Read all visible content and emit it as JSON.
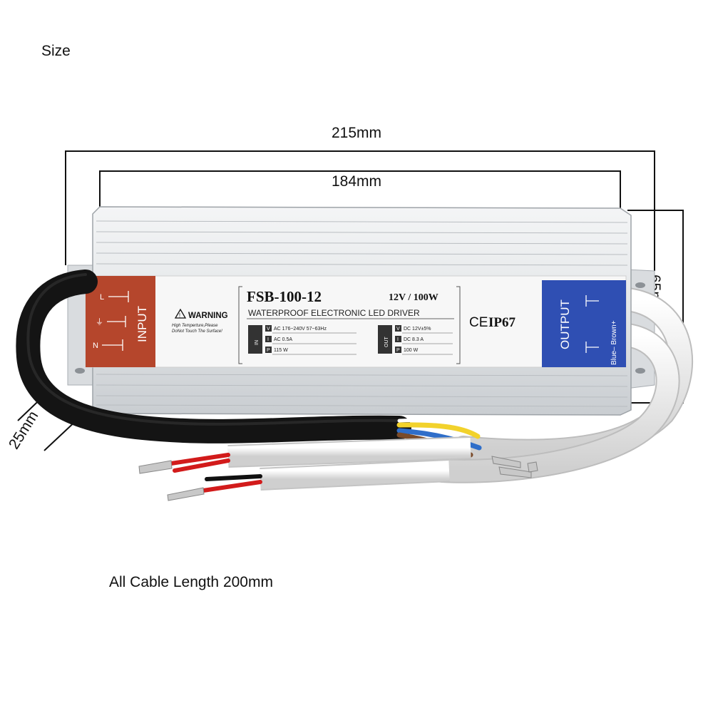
{
  "size_label": "Size",
  "dimensions": {
    "overall_length": "215mm",
    "body_length": "184mm",
    "height": "65mm",
    "cable_diameter": "25mm"
  },
  "cable_note": "All Cable Length 200mm",
  "label": {
    "model": "FSB-100-12",
    "rating": "12V / 100W",
    "subtitle": "WATERPROOF ELECTRONIC LED DRIVER",
    "certification": "IP67",
    "ce_mark": "CE",
    "warning_title": "WARNING",
    "warning_line1": "High Temperture,Please",
    "warning_line2": "DoNot Touch The Surface!",
    "input": {
      "title": "INPUT",
      "terminals": [
        "L",
        "⏚",
        "N"
      ],
      "tag": "IN",
      "rows": [
        {
          "key": "V",
          "value": "AC 176~240V  57~63Hz"
        },
        {
          "key": "I",
          "value": "AC 0.5A"
        },
        {
          "key": "P",
          "value": "115 W"
        }
      ]
    },
    "output": {
      "title": "OUTPUT",
      "tag": "OUT",
      "wires": "Blue–  Brown+",
      "rows": [
        {
          "key": "V",
          "value": "DC 12V±5%"
        },
        {
          "key": "I",
          "value": "DC 8.3 A"
        },
        {
          "key": "P",
          "value": "100 W"
        }
      ]
    }
  },
  "colors": {
    "input_panel": "#b5462c",
    "output_panel": "#2f4fb3",
    "housing": "#e6e8ea",
    "cable_black": "#141414",
    "cable_white": "#eeeeee"
  }
}
